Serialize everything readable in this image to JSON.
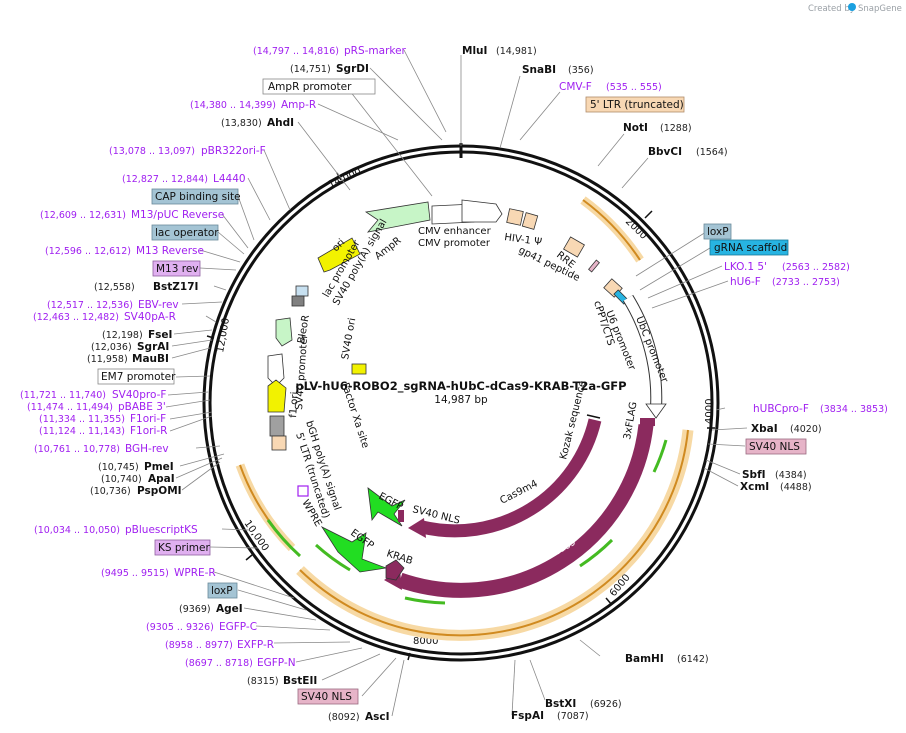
{
  "credit": {
    "prefix": "Created by",
    "brand": "SnapGene"
  },
  "plasmid": {
    "name": "pLV-hU6-ROBO2_sgRNA-hUbC-dCas9-KRAB-T2a-GFP",
    "length": "14,987 bp"
  },
  "ticks": [
    "2000",
    "4000",
    "6000",
    "8000",
    "10,000",
    "12,000",
    "14,000"
  ],
  "sites": [
    {
      "name": "MluI",
      "pos": "(14,981)"
    },
    {
      "name": "SnaBI",
      "pos": "(356)"
    },
    {
      "name": "NotI",
      "pos": "(1288)"
    },
    {
      "name": "BbvCI",
      "pos": "(1564)"
    },
    {
      "name": "XbaI",
      "pos": "(4020)"
    },
    {
      "name": "SbfI",
      "pos": "(4384)"
    },
    {
      "name": "XcmI",
      "pos": "(4488)"
    },
    {
      "name": "BamHI",
      "pos": "(6142)"
    },
    {
      "name": "BstXI",
      "pos": "(6926)"
    },
    {
      "name": "FspAI",
      "pos": "(7087)"
    },
    {
      "name": "AscI",
      "pos": "(8092)"
    },
    {
      "name": "BstEII",
      "pos": "(8315)"
    },
    {
      "name": "AgeI",
      "pos": "(9369)"
    },
    {
      "name": "PspOMI",
      "pos": "(10,736)"
    },
    {
      "name": "ApaI",
      "pos": "(10,740)"
    },
    {
      "name": "PmeI",
      "pos": "(10,745)"
    },
    {
      "name": "MauBI",
      "pos": "(11,958)"
    },
    {
      "name": "SgrAI",
      "pos": "(12,036)"
    },
    {
      "name": "FseI",
      "pos": "(12,198)"
    },
    {
      "name": "BstZ17I",
      "pos": "(12,558)"
    },
    {
      "name": "AhdI",
      "pos": "(13,830)"
    },
    {
      "name": "SgrDI",
      "pos": "(14,751)"
    }
  ],
  "primers": [
    {
      "name": "pRS-marker",
      "pos": "(14,797 .. 14,816)"
    },
    {
      "name": "Amp-R",
      "pos": "(14,380 .. 14,399)"
    },
    {
      "name": "pBR322ori-F",
      "pos": "(13,078 .. 13,097)"
    },
    {
      "name": "L4440",
      "pos": "(12,827 .. 12,844)"
    },
    {
      "name": "M13/pUC Reverse",
      "pos": "(12,609 .. 12,631)"
    },
    {
      "name": "M13 Reverse",
      "pos": "(12,596 .. 12,612)"
    },
    {
      "name": "EBV-rev",
      "pos": "(12,517 .. 12,536)"
    },
    {
      "name": "SV40pA-R",
      "pos": "(12,463 .. 12,482)"
    },
    {
      "name": "SV40pro-F",
      "pos": "(11,721 .. 11,740)"
    },
    {
      "name": "pBABE 3'",
      "pos": "(11,474 .. 11,494)"
    },
    {
      "name": "F1ori-F",
      "pos": "(11,334 .. 11,355)"
    },
    {
      "name": "F1ori-R",
      "pos": "(11,124 .. 11,143)"
    },
    {
      "name": "BGH-rev",
      "pos": "(10,761 .. 10,778)"
    },
    {
      "name": "pBluescriptKS",
      "pos": "(10,034 .. 10,050)"
    },
    {
      "name": "WPRE-R",
      "pos": "(9495 .. 9515)"
    },
    {
      "name": "EGFP-C",
      "pos": "(9305 .. 9326)"
    },
    {
      "name": "EXFP-R",
      "pos": "(8958 .. 8977)"
    },
    {
      "name": "EGFP-N",
      "pos": "(8697 .. 8718)"
    },
    {
      "name": "CMV-F",
      "pos": "(535 .. 555)"
    },
    {
      "name": "LKO.1 5'",
      "pos": "(2563 .. 2582)"
    },
    {
      "name": "hU6-F",
      "pos": "(2733 .. 2753)"
    },
    {
      "name": "hUBCpro-F",
      "pos": "(3834 .. 3853)"
    }
  ],
  "boxed": {
    "ampr_promoter": "AmpR promoter",
    "ltr_truncated": "5' LTR (truncated)",
    "cap_site": "CAP binding site",
    "lac_operator": "lac operator",
    "m13_rev": "M13 rev",
    "em7_promoter": "EM7 promoter",
    "ks_primer": "KS primer",
    "loxp_left": "loxP",
    "sv40_nls_bottom": "SV40 NLS",
    "loxp_right": "loxP",
    "grna_scaffold": "gRNA scaffold",
    "sv40_nls_right": "SV40 NLS"
  },
  "features": {
    "cmv_enhancer": "CMV enhancer",
    "cmv_promoter": "CMV promoter",
    "hiv_psi": "HIV-1 Ψ",
    "rre": "RRE",
    "gp41": "gp41 peptide",
    "u6": "U6 promoter",
    "cppt": "cPPT/CTS",
    "ubc": "UbC promoter",
    "kozak": "Kozak sequence",
    "flag": "3xFLAG",
    "cas9m4": "Cas9m4",
    "cas9": "Cas9",
    "sv40_nls_inner": "SV40 NLS",
    "egfp_inner": "EGFP",
    "krab": "KRAB",
    "egfp_outer": "EGFP",
    "wpre": "WPRE",
    "ltr3": "5' LTR (truncated)",
    "bgh": "bGH poly(A) signal",
    "factor_xa": "Factor Xa site",
    "sv40_ori": "SV40 ori",
    "sv40_promoter": "SV40 promoter",
    "f1_ori": "f1 ori",
    "bleor": "BleoR",
    "lac_promoter": "lac promoter",
    "sv40_polya": "SV40 poly(A) signal",
    "ampr": "AmpR",
    "ori": "ori"
  },
  "colors": {
    "backbone": "#111111",
    "site": "#111111",
    "primer": "#a020f0",
    "cas9": "#8b2a5e",
    "egfp": "#22dd22",
    "ampr": "#c7f5c7",
    "ori": "#f2f200",
    "f1ori": "#808080",
    "promoter": "#ffffff",
    "ltr": "#f8d8b4",
    "orange_orf": "#f0a030",
    "loxp": "#a4c4d4",
    "grna": "#27b4e2",
    "nls": "#e6b4c8",
    "m13": "#e0b0f0"
  }
}
